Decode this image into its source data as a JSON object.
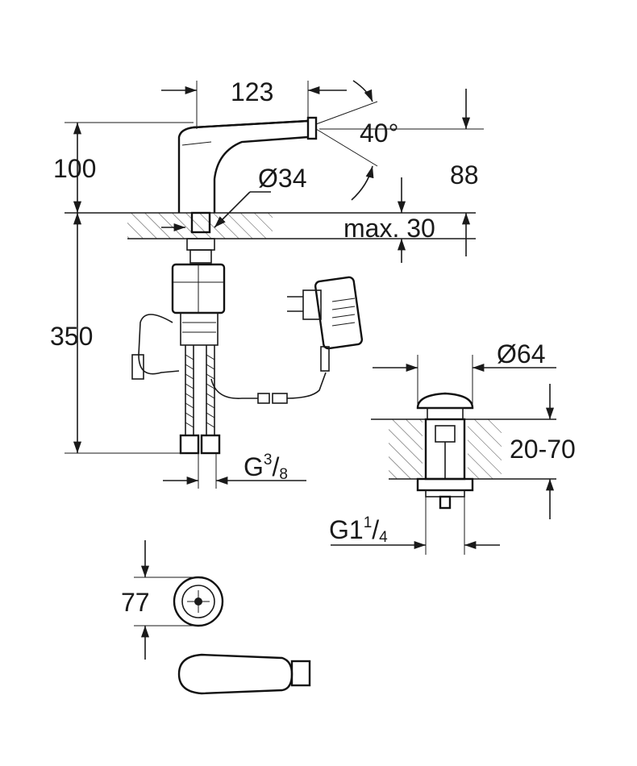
{
  "dimensions": {
    "spout_reach": "123",
    "swivel_angle": "40°",
    "spout_height": "100",
    "right_height": "88",
    "body_diameter": "Ø34",
    "max_thickness": "max. 30",
    "below_deck": "350",
    "waste_diameter": "Ø64",
    "waste_range": "20-70",
    "supply_thread_base": "G",
    "supply_thread_num": "3",
    "supply_thread_den": "8",
    "waste_thread_base": "G1",
    "waste_thread_num": "1",
    "waste_thread_den": "4",
    "sensor_dim": "77"
  }
}
